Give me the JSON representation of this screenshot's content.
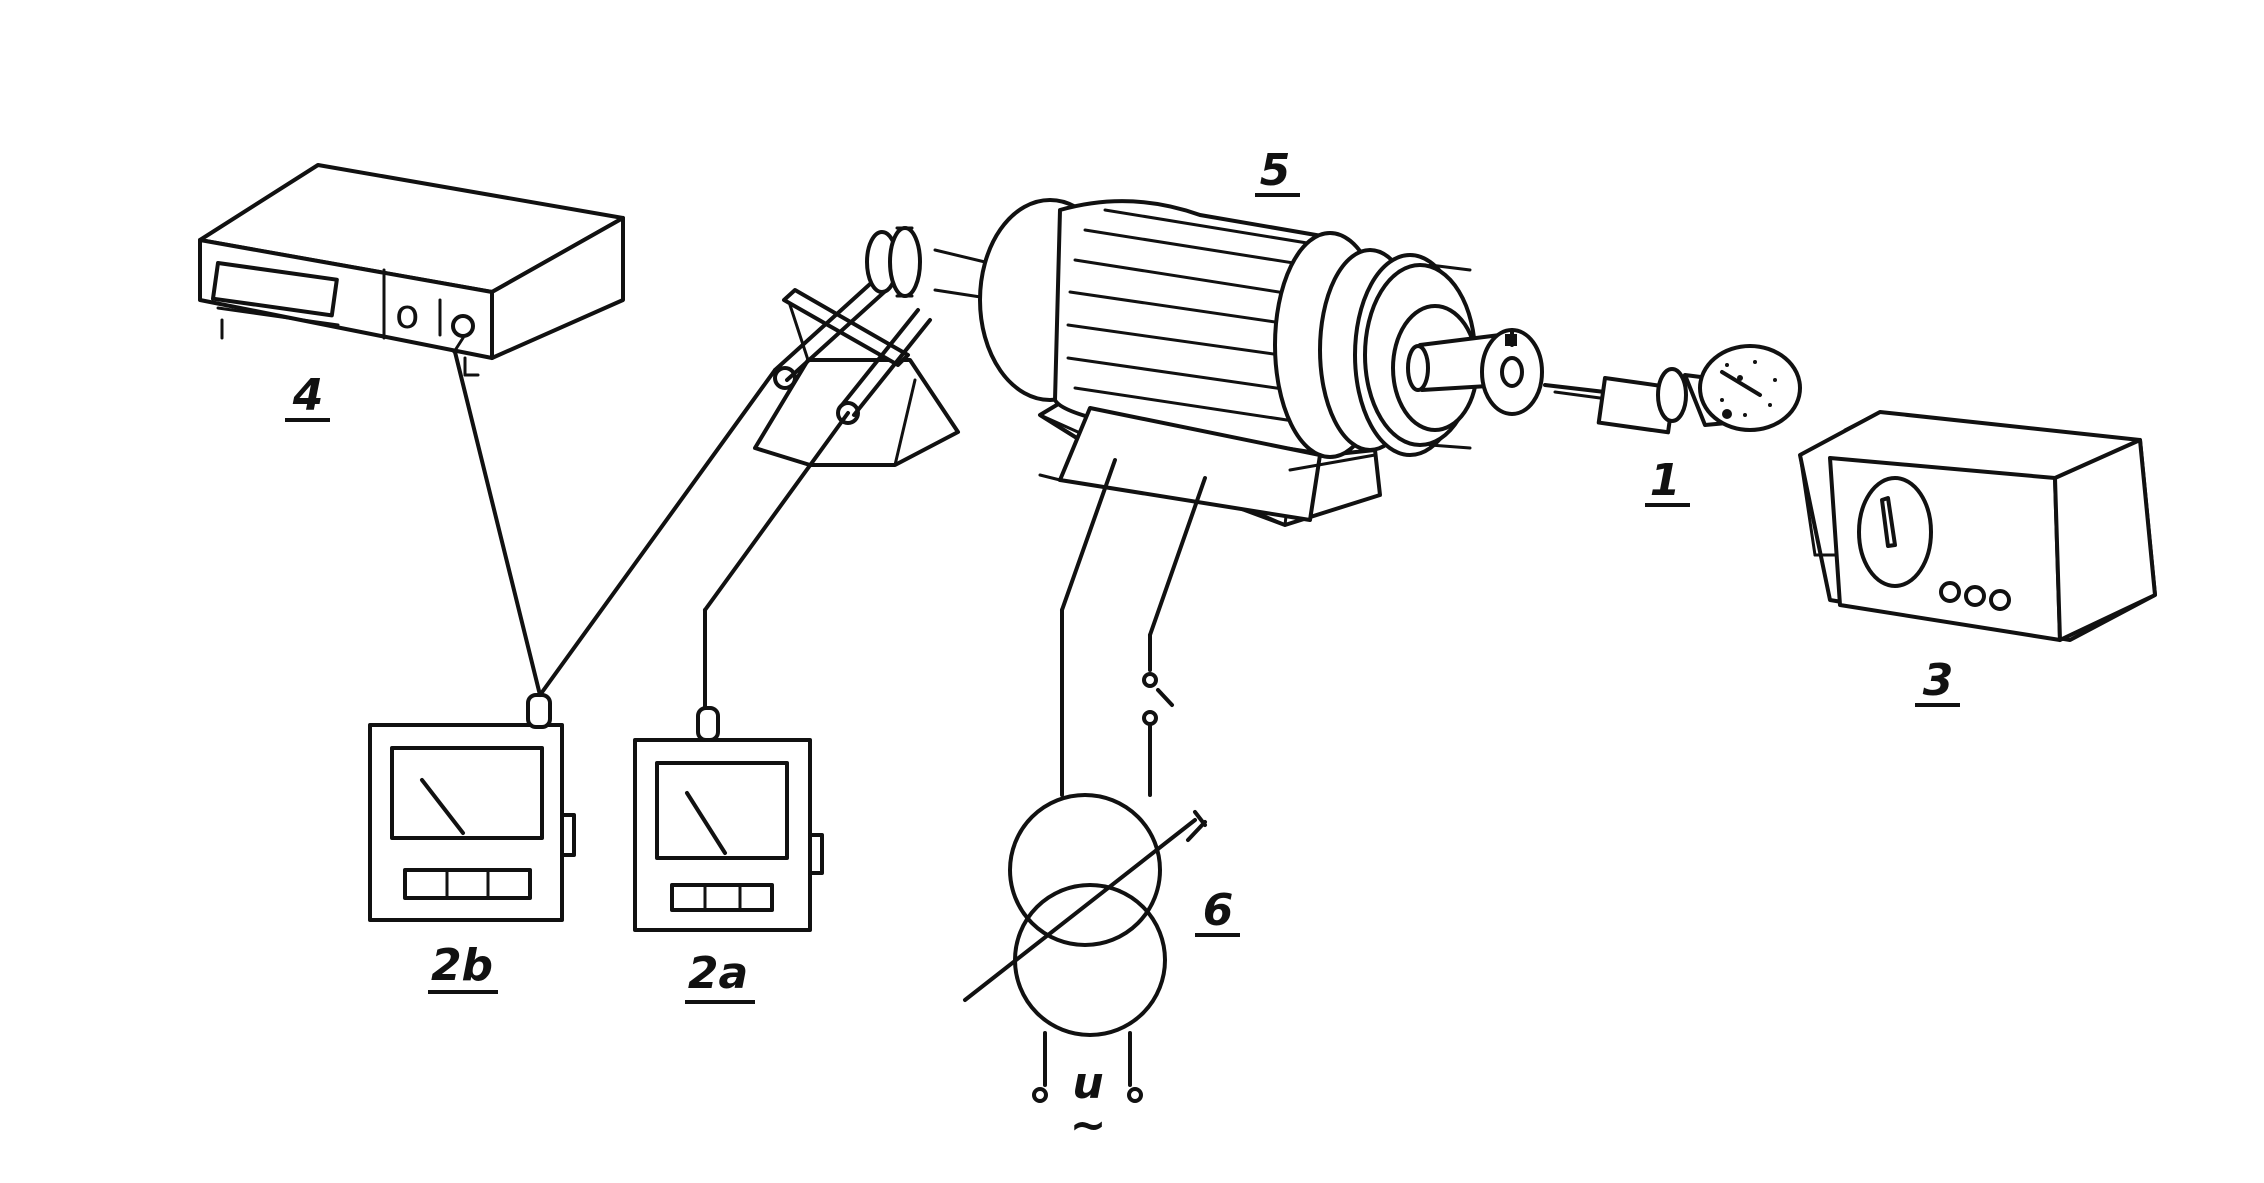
{
  "diagram": {
    "labels": {
      "dial_indicator": "1",
      "instrument_2a": "2a",
      "instrument_2b": "2b",
      "control_unit": "3",
      "recorder": "4",
      "motor": "5",
      "transformer": "6",
      "supply": "u",
      "supply_ac": "~"
    }
  }
}
